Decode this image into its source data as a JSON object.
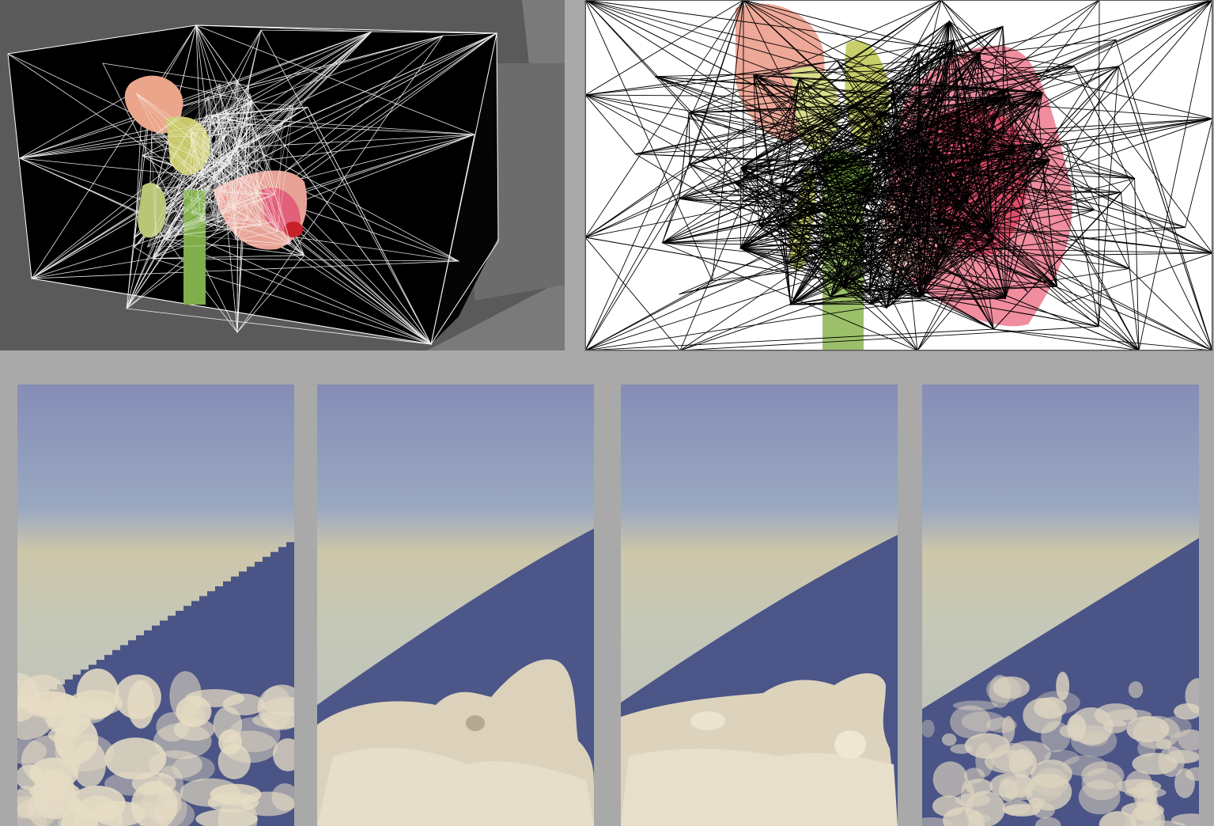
{
  "figure": {
    "panels": [
      {
        "id": "wireframe-box",
        "description_icon": "3d-mesh-render"
      },
      {
        "id": "wireframe-flat",
        "description_icon": "2d-mesh-render"
      }
    ],
    "strips": [
      {
        "id": "strip-1",
        "style": "pixelated"
      },
      {
        "id": "strip-2",
        "style": "smooth-blobs"
      },
      {
        "id": "strip-3",
        "style": "smooth-edges"
      },
      {
        "id": "strip-4",
        "style": "detailed"
      }
    ],
    "colors": {
      "background": "#a9a9a9",
      "sky_top": "#8890b8",
      "haze": "#c9c3ae",
      "mountain": "#4a5486",
      "cloud": "#e6dcc4",
      "petal_pink": "#e2607a",
      "stem_green": "#7fae4a"
    }
  }
}
